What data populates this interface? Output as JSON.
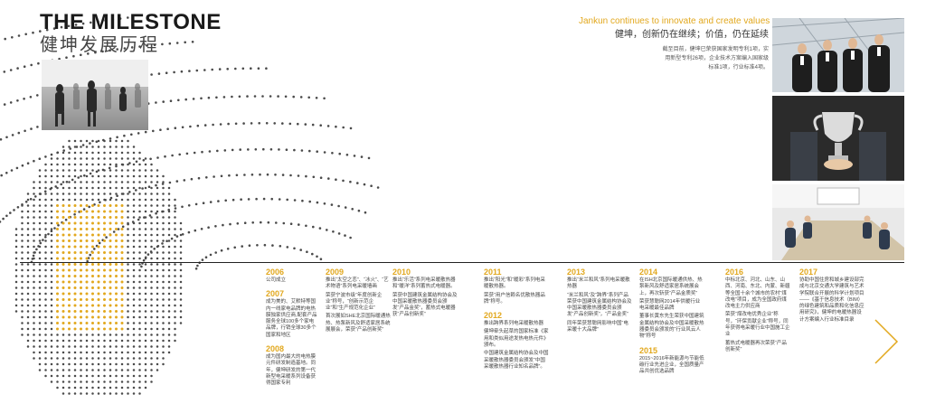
{
  "header": {
    "title_en": "THE MILESTONE",
    "title_cn": "健坤发展历程"
  },
  "slogan": {
    "en": "Jankun continues to innovate and create values",
    "cn": "健坤，创新仍在继续；价值，仍在延续",
    "intro": "截至目前，健坤已荣获国家发明专利1项，实用新型专利26项，企业技术方案编入国家级标准1项，行业标准4项。"
  },
  "colors": {
    "accent": "#e2a81e",
    "dots": "#4a4a4a",
    "text": "#444444"
  },
  "timeline": [
    {
      "id": "c2006",
      "entries": [
        {
          "year": "2006",
          "text": "公司成立"
        },
        {
          "year": "2007",
          "text": "成为美的、艾默特等国内一线家电品牌的电热膜独家供应商,配套产品服务全球100多个家电品牌，行销全球30多个国家和地区"
        },
        {
          "year": "2008",
          "text": "成为国内最大的电热膜元件研发制造基地。同年，健坤研发的第一代新型电采暖系列设备获得国家专利"
        }
      ]
    },
    {
      "id": "c2009",
      "entries": [
        {
          "year": "2009",
          "text": "推出“太空之恋”、“冰火”、“艺术物语”系列电采暖墙画"
        },
        {
          "year": "",
          "text": "荣获宁波市级“年度创新企业”称号，“创新示范企业”和“生产规范化企业”"
        },
        {
          "year": "",
          "text": "首次展如SHE北京国际暖通热热、热泵新风及舒适家居系统展展会，荣获”产品创新奖”"
        }
      ]
    },
    {
      "id": "c2010",
      "entries": [
        {
          "year": "2010",
          "text": "推出“乐活”系列电采暖散热器和“暖洋”系列蓄热式电暖器。"
        },
        {
          "year": "",
          "text": "荣获中国建筑金属结构协会及中国采暖散热器委员会颁发“产品金奖”，蓄热式电暖器获“产品创新奖”"
        }
      ]
    },
    {
      "id": "c2011",
      "entries": [
        {
          "year": "2011",
          "text": "推出“阳光”和“暖彩”系列电采暖散热器。"
        },
        {
          "year": "",
          "text": "荣获“用户信赖名优散热器品牌”称号。"
        },
        {
          "year": "2012",
          "text": "推出跨界系列电采暖散热器"
        },
        {
          "year": "",
          "text": "健坤牵头起草的国家标准《家用和类似用途发热电热元件》颁布。"
        },
        {
          "year": "",
          "text": "中国建筑金属结构协会及中国采暖散热器委员会颁发“中国采暖散热器行业知名品牌”。"
        }
      ]
    },
    {
      "id": "c2013",
      "entries": [
        {
          "year": "2013",
          "text": "推出“米兰和风”系列电采暖散热器"
        },
        {
          "year": "",
          "text": "“米兰和风”及“跨界”系列产品荣获中国建筑金属结构协会及中国采暖散热器委员会颁发“产品创新奖”，“产品金奖”"
        },
        {
          "year": "",
          "text": "同年荣获慧聪网影响中国“电采暖十大品牌”"
        }
      ]
    },
    {
      "id": "c2014",
      "entries": [
        {
          "year": "2014",
          "text": "在ISH北京国际暖通供热、热泵新风及舒适家居系统展会上，再次斩获“产品金质奖”"
        },
        {
          "year": "",
          "text": "荣获慧聪网2014年供暖行业电采暖最佳品牌"
        },
        {
          "year": "",
          "text": "董事长黄东先生荣获中国建筑金属结构协会及中国采暖散热器委员会颁发的“行业风云人物”称号"
        },
        {
          "year": "2015",
          "text": "2015~2016年新能源与节能低碳行业先进企业，全国质量产品共创优选品牌"
        }
      ]
    },
    {
      "id": "c2016",
      "entries": [
        {
          "year": "2016",
          "text": "中标北京、河北、山东、山西、河南、东北、内蒙、新疆等全国十余个城市的农村“煤改电”项目，成为全国政府煤改电主力供应商"
        },
        {
          "year": "",
          "text": "荣获“煤改电优秀企业”称号，“环保贡献企业”称号，同年获得电采暖行业中国施工企业"
        },
        {
          "year": "",
          "text": "蓄热式电暖器再次荣获“产品创新奖”"
        }
      ]
    },
    {
      "id": "c2017",
      "entries": [
        {
          "year": "2017",
          "text": "协助中国住房和城乡建设部完成与北京交通大学建筑与艺术学院联合开展的科学计划项目——《基于信息技术（BIM）的绿色建筑和品质和化信息应用研究》，健坤的电暖热器设计方案编入行业标准目录"
        }
      ]
    }
  ]
}
